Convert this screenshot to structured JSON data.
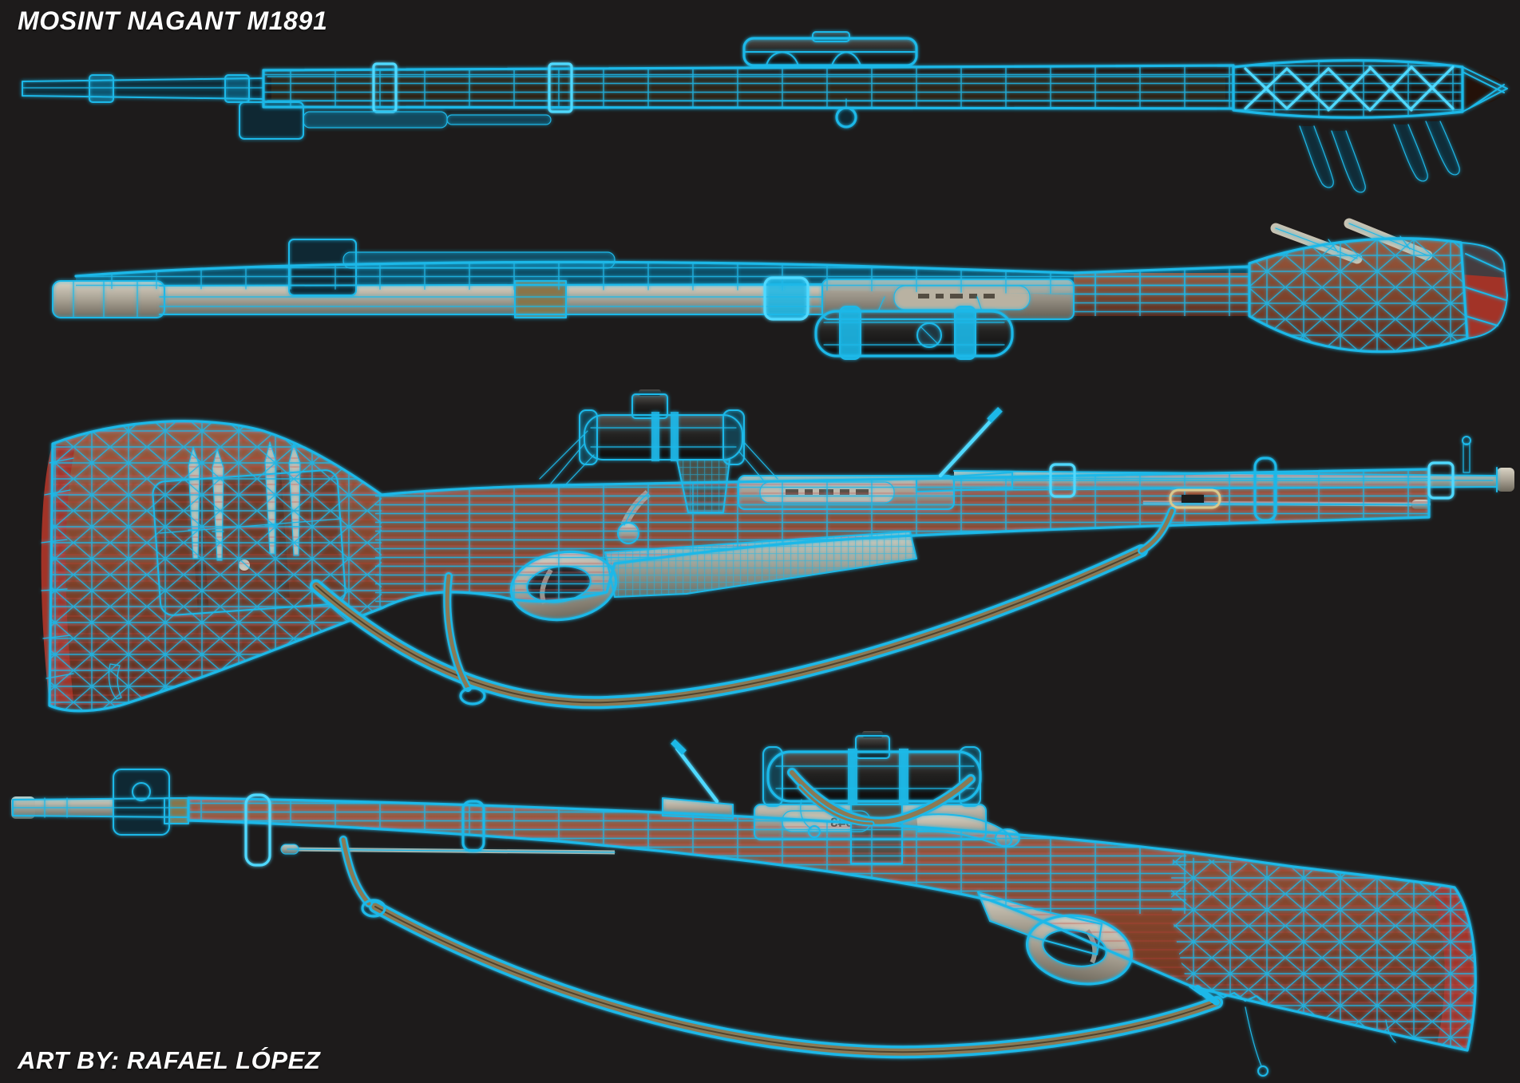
{
  "title": "MOSINT NAGANT M1891",
  "credit": "ART BY: RAFAEL LÓPEZ",
  "markings": {
    "receiver_stamp": "1943"
  },
  "views": [
    {
      "id": "top",
      "name": "top view with laced buttstock cover and hanging straps"
    },
    {
      "id": "bottom",
      "name": "bottom view with under-mounted scope"
    },
    {
      "id": "left",
      "name": "left profile with PU scope, ammo pouch and sling"
    },
    {
      "id": "right",
      "name": "right profile with PU scope, bolt handle and sling"
    }
  ],
  "colors": {
    "background": "#1d1b1b",
    "accent": "#1cb8e8",
    "accent_bright": "#4fd9ff",
    "accent_deep": "#0b6f96",
    "wood": "#8a4a33",
    "wood_dark": "#5a2a1c",
    "wood_black": "#1f110d",
    "leather": "#6b3a26",
    "metal": "#c9c3b4",
    "metal_dark": "#6e685c",
    "brass": "#8a7448",
    "scope_dark": "#141414",
    "pad": "#a23327",
    "sling": "#8a7a55",
    "text": "#ffffff"
  }
}
